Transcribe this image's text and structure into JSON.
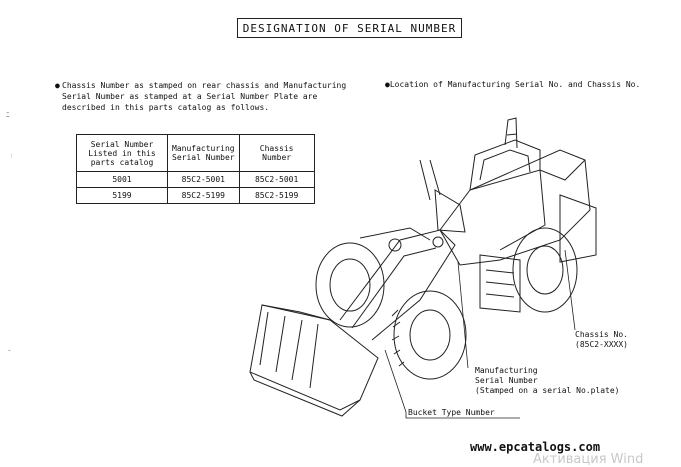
{
  "title": "DESIGNATION OF SERIAL NUMBER",
  "intro": {
    "bullet": "●",
    "text": "Chassis Number as stamped on rear chassis and Manufacturing Serial Number as stamped at a Serial Number Plate are described in this parts catalog as follows."
  },
  "location_note": "●Location of Manufacturing Serial No. and Chassis No.",
  "table": {
    "headers": [
      "Serial Number Listed in this parts catalog",
      "Manufacturing Serial Number",
      "Chassis Number"
    ],
    "rows": [
      [
        "5001",
        "85C2-5001",
        "85C2-5001"
      ],
      [
        "5199",
        "85C2-5199",
        "85C2-5199"
      ]
    ]
  },
  "callouts": {
    "chassis": "Chassis No.\n(85C2-XXXX)",
    "manufacturing": "Manufacturing\nSerial Number\n(Stamped on a serial No.plate)",
    "bucket": "Bucket Type Number"
  },
  "footer_url": "www.epcatalogs.com",
  "watermark": "Активация Wind"
}
